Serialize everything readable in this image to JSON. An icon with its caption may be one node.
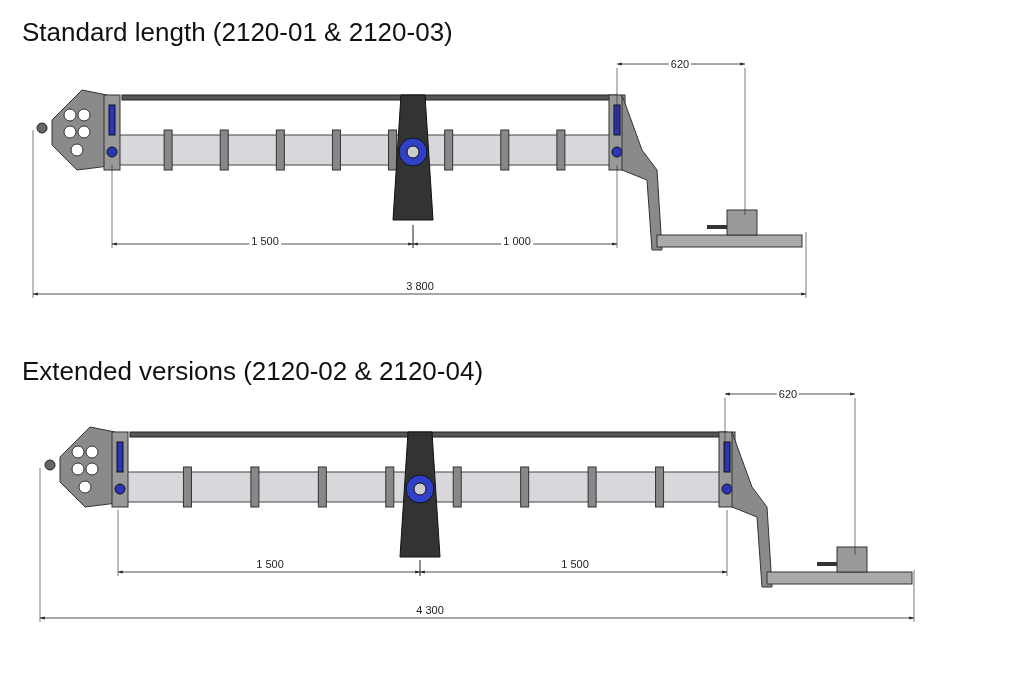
{
  "diagram": {
    "labels": [
      "Standard length (2120-01 & 2120-03)",
      "620",
      "1 500",
      "1 000",
      "3 800",
      "Extended versions (2120-02 & 2120-04)",
      "620",
      "1 500",
      "1 500",
      "4 300"
    ]
  }
}
